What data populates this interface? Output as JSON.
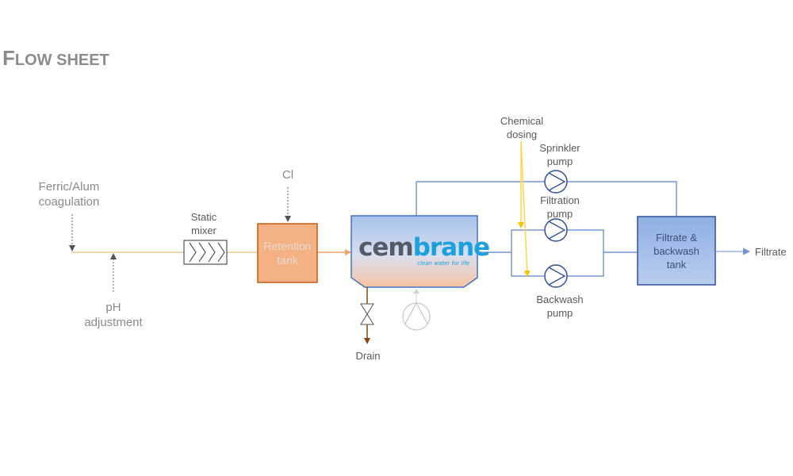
{
  "title": {
    "first_letter": "F",
    "rest": "low sheet"
  },
  "labels": {
    "ferric_line1": "Ferric/Alum",
    "ferric_line2": "coagulation",
    "ph_line1": "pH",
    "ph_line2": "adjustment",
    "static_line1": "Static",
    "static_line2": "mixer",
    "cl": "Cl",
    "retention_line1": "Retention",
    "retention_line2": "tank",
    "drain": "Drain",
    "chemical_line1": "Chemical",
    "chemical_line2": "dosing",
    "sprinkler_line1": "Sprinkler",
    "sprinkler_line2": "pump",
    "filtration_line1": "Filtration",
    "filtration_line2": "pump",
    "backwash_line1": "Backwash",
    "backwash_line2": "pump",
    "tank_line1": "Filtrate &",
    "tank_line2": "backwash",
    "tank_line3": "tank",
    "filtrate": "Filtrate"
  },
  "logo": {
    "part1": "cem",
    "part2": "brane",
    "tagline": "clean water for life"
  },
  "colors": {
    "feed_line": "#f5c48a",
    "retention_fill": "#f4b183",
    "retention_stroke": "#c55a11",
    "membrane_top": "#a9c4ea",
    "membrane_bottom": "#f8c9a6",
    "blue_stroke": "#4472c4",
    "pipe_blue": "#5b7fc9",
    "chemical_yellow": "#ffd44d",
    "drain_brown": "#8b4513",
    "logo_gray": "#555b66",
    "logo_blue": "#1aa0dc",
    "tank_fill": "#9fb8e3"
  }
}
